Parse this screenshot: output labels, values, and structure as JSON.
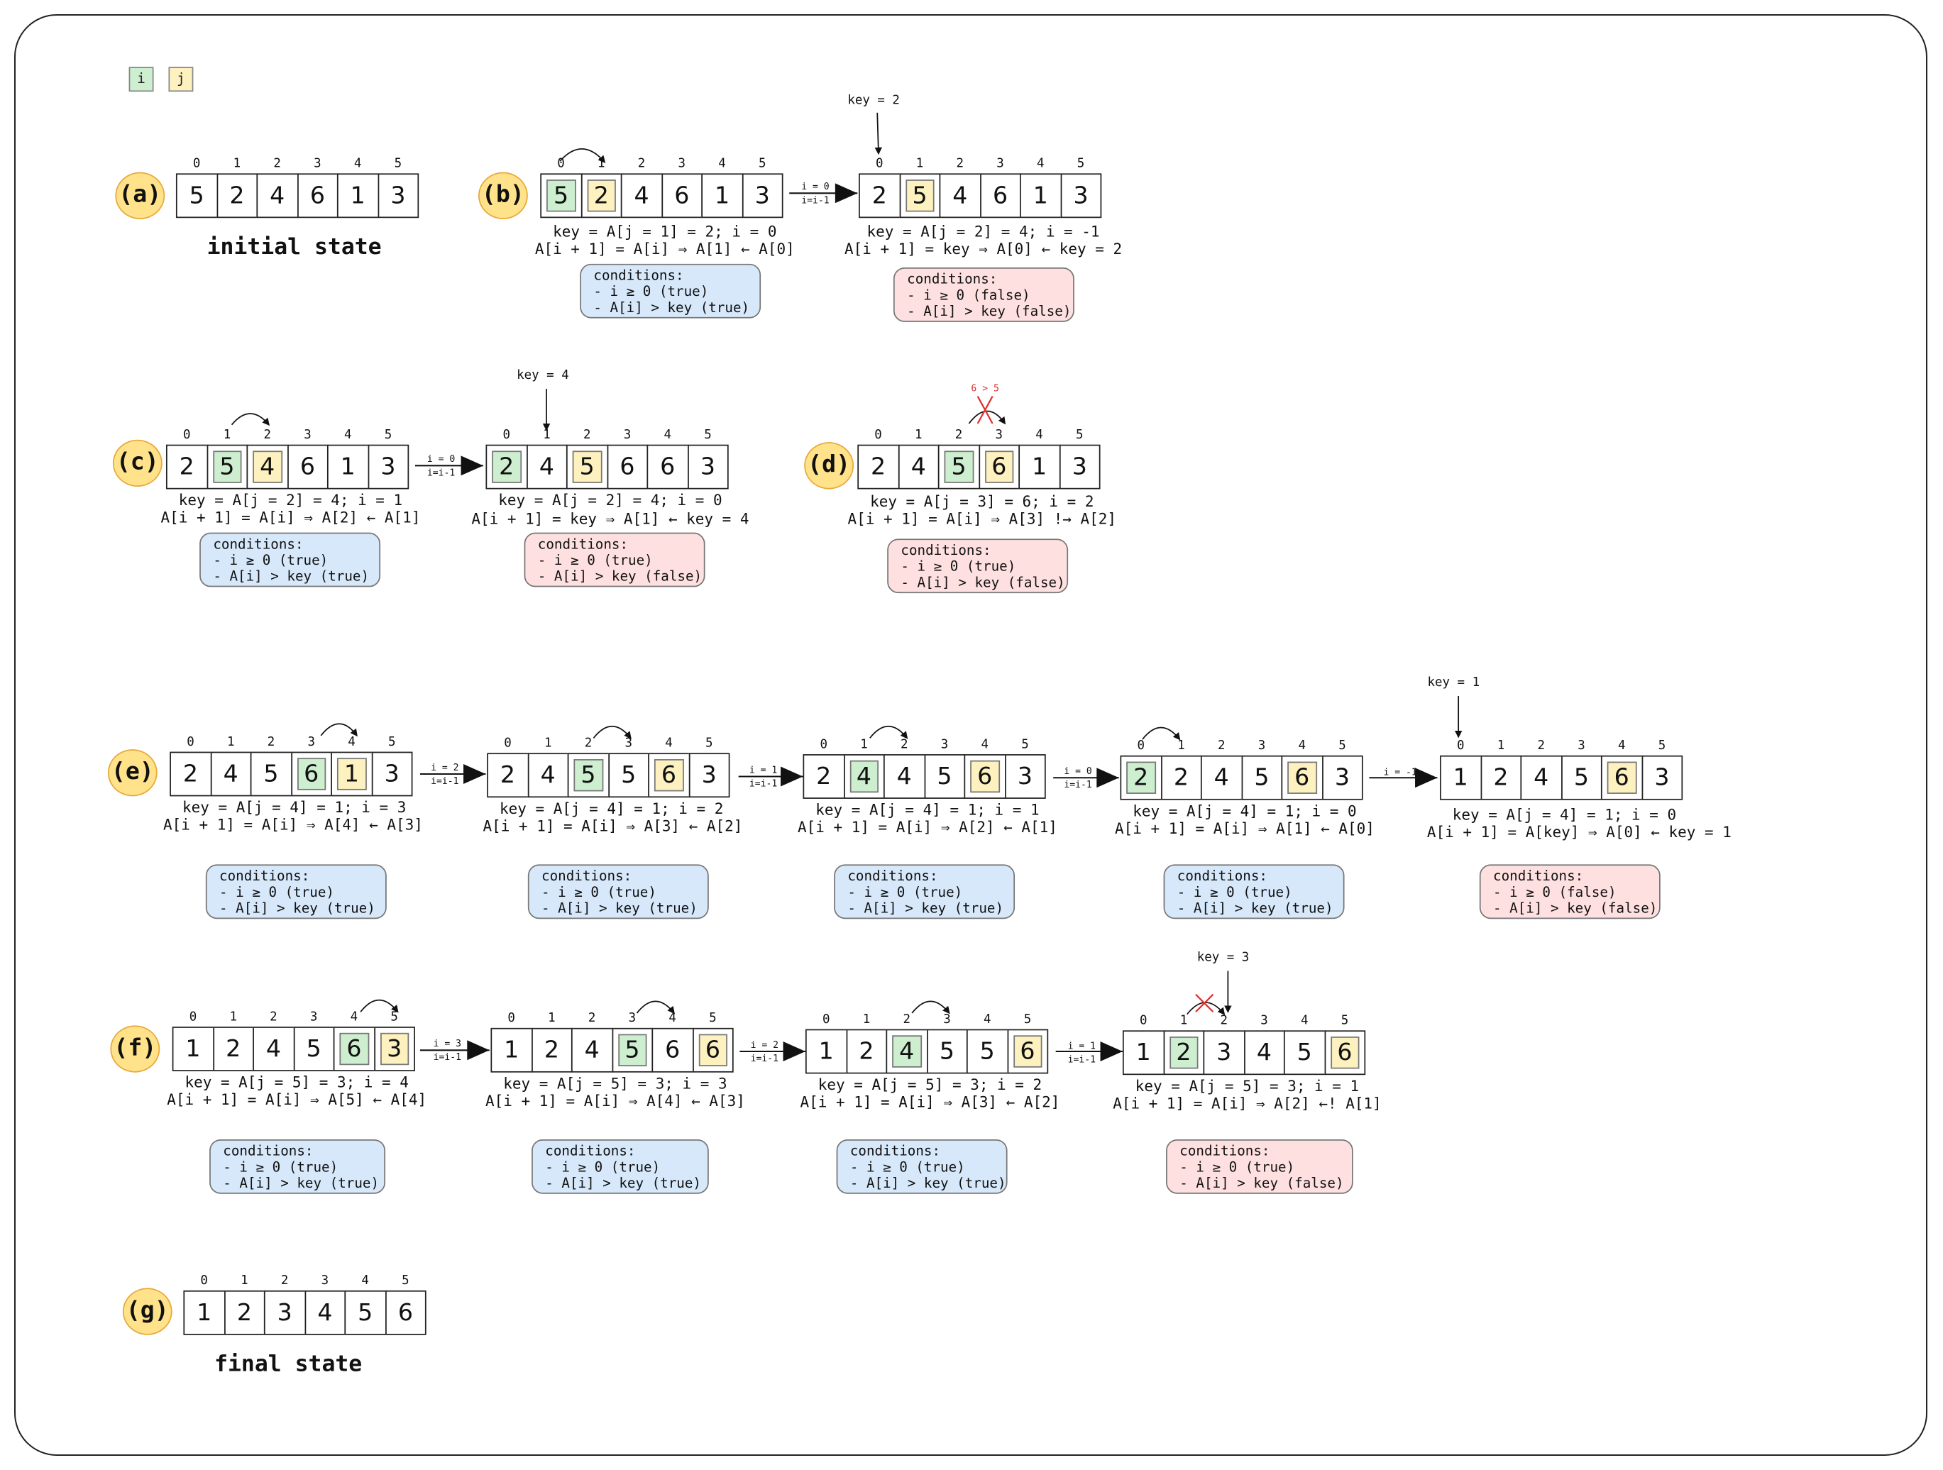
{
  "legend": {
    "i": "i",
    "j": "j"
  },
  "colors": {
    "i_fill": "#cdeecf",
    "j_fill": "#fdf1c0",
    "badge": "#ffe28a",
    "true_box": "#d6e8fa",
    "false_box": "#fde0df",
    "cross": "#e03030"
  },
  "steps": {
    "a": {
      "badge": "(a)",
      "caption": "initial state",
      "indices": [
        "0",
        "1",
        "2",
        "3",
        "4",
        "5"
      ],
      "values": [
        "5",
        "2",
        "4",
        "6",
        "1",
        "3"
      ]
    },
    "b1": {
      "badge": "(b)",
      "values": [
        "5",
        "2",
        "4",
        "6",
        "1",
        "3"
      ],
      "indices": [
        "0",
        "1",
        "2",
        "3",
        "4",
        "5"
      ],
      "line1": "key = A[j = 1] = 2; i = 0",
      "line2": "A[i + 1] = A[i] ⇒ A[1] ← A[0]",
      "cond_title": "conditions:",
      "cond1": "- i ≥ 0 (true)",
      "cond2": "- A[i] > key (true)",
      "loop_top": "i = 0",
      "loop_bottom": "i=i-1"
    },
    "b2": {
      "key_label": "key = 2",
      "values": [
        "2",
        "5",
        "4",
        "6",
        "1",
        "3"
      ],
      "indices": [
        "0",
        "1",
        "2",
        "3",
        "4",
        "5"
      ],
      "line1": "key = A[j = 2] = 4; i = -1",
      "line2": "A[i + 1] = key ⇒ A[0] ← key = 2",
      "cond_title": "conditions:",
      "cond1": "- i ≥ 0 (false)",
      "cond2": "- A[i] > key (false)"
    },
    "c1": {
      "badge": "(c)",
      "values": [
        "2",
        "5",
        "4",
        "6",
        "1",
        "3"
      ],
      "indices": [
        "0",
        "1",
        "2",
        "3",
        "4",
        "5"
      ],
      "line1": "key = A[j = 2] = 4; i = 1",
      "line2": "A[i + 1] = A[i] ⇒ A[2] ← A[1]",
      "cond_title": "conditions:",
      "cond1": "- i ≥ 0 (true)",
      "cond2": "- A[i] > key (true)",
      "loop_top": "i = 0",
      "loop_bottom": "i=i-1"
    },
    "c2": {
      "key_label": "key = 4",
      "values": [
        "2",
        "4",
        "5",
        "6",
        "6",
        "3"
      ],
      "indices": [
        "0",
        "1",
        "2",
        "3",
        "4",
        "5"
      ],
      "line1": "key = A[j = 2] = 4; i = 0",
      "line2": "A[i + 1] = key ⇒ A[1] ← key = 4",
      "cond_title": "conditions:",
      "cond1": "- i ≥ 0 (true)",
      "cond2": "- A[i] > key (false)"
    },
    "d": {
      "badge": "(d)",
      "compare": "6 > 5",
      "values": [
        "2",
        "4",
        "5",
        "6",
        "1",
        "3"
      ],
      "indices": [
        "0",
        "1",
        "2",
        "3",
        "4",
        "5"
      ],
      "line1": "key = A[j = 3] = 6; i = 2",
      "line2": "A[i + 1] = A[i] ⇒ A[3] !→ A[2]",
      "cond_title": "conditions:",
      "cond1": "- i ≥ 0 (true)",
      "cond2": "- A[i] > key (false)"
    },
    "e1": {
      "badge": "(e)",
      "values": [
        "2",
        "4",
        "5",
        "6",
        "1",
        "3"
      ],
      "indices": [
        "0",
        "1",
        "2",
        "3",
        "4",
        "5"
      ],
      "line1": "key = A[j = 4] = 1; i = 3",
      "line2": "A[i + 1] = A[i] ⇒ A[4] ← A[3]",
      "cond_title": "conditions:",
      "cond1": "- i ≥ 0 (true)",
      "cond2": "- A[i] > key (true)",
      "loop_top": "i = 2",
      "loop_bottom": "i=i-1"
    },
    "e2": {
      "values": [
        "2",
        "4",
        "5",
        "5",
        "6",
        "3"
      ],
      "indices": [
        "0",
        "1",
        "2",
        "3",
        "4",
        "5"
      ],
      "line1": "key = A[j = 4] = 1; i = 2",
      "line2": "A[i + 1] = A[i] ⇒ A[3] ← A[2]",
      "cond_title": "conditions:",
      "cond1": "- i ≥ 0 (true)",
      "cond2": "- A[i] > key (true)",
      "loop_top": "i = 1",
      "loop_bottom": "i=i-1"
    },
    "e3": {
      "values": [
        "2",
        "4",
        "4",
        "5",
        "6",
        "3"
      ],
      "indices": [
        "0",
        "1",
        "2",
        "3",
        "4",
        "5"
      ],
      "line1": "key = A[j = 4] = 1; i = 1",
      "line2": "A[i + 1] = A[i] ⇒ A[2] ← A[1]",
      "cond_title": "conditions:",
      "cond1": "- i ≥ 0 (true)",
      "cond2": "- A[i] > key (true)",
      "loop_top": "i = 0",
      "loop_bottom": "i=i-1"
    },
    "e4": {
      "values": [
        "2",
        "2",
        "4",
        "5",
        "6",
        "3"
      ],
      "indices": [
        "0",
        "1",
        "2",
        "3",
        "4",
        "5"
      ],
      "line1": "key = A[j = 4] = 1; i = 0",
      "line2": "A[i + 1] = A[i] ⇒ A[1] ← A[0]",
      "cond_title": "conditions:",
      "cond1": "- i ≥ 0 (true)",
      "cond2": "- A[i] > key (true)",
      "loop_top": "i = -1"
    },
    "e5": {
      "key_label": "key = 1",
      "values": [
        "1",
        "2",
        "4",
        "5",
        "6",
        "3"
      ],
      "indices": [
        "0",
        "1",
        "2",
        "3",
        "4",
        "5"
      ],
      "line1": "key = A[j = 4] = 1; i = 0",
      "line2": "A[i + 1] = A[key] ⇒ A[0] ← key = 1",
      "cond_title": "conditions:",
      "cond1": "- i ≥ 0 (false)",
      "cond2": "- A[i] > key (false)"
    },
    "f1": {
      "badge": "(f)",
      "values": [
        "1",
        "2",
        "4",
        "5",
        "6",
        "3"
      ],
      "indices": [
        "0",
        "1",
        "2",
        "3",
        "4",
        "5"
      ],
      "line1": "key = A[j = 5] = 3; i = 4",
      "line2": "A[i + 1] = A[i] ⇒ A[5] ← A[4]",
      "cond_title": "conditions:",
      "cond1": "- i ≥ 0 (true)",
      "cond2": "- A[i] > key (true)",
      "loop_top": "i = 3",
      "loop_bottom": "i=i-1"
    },
    "f2": {
      "values": [
        "1",
        "2",
        "4",
        "5",
        "6",
        "6"
      ],
      "indices": [
        "0",
        "1",
        "2",
        "3",
        "4",
        "5"
      ],
      "line1": "key = A[j = 5] = 3; i = 3",
      "line2": "A[i + 1] = A[i] ⇒ A[4] ← A[3]",
      "cond_title": "conditions:",
      "cond1": "- i ≥ 0 (true)",
      "cond2": "- A[i] > key (true)",
      "loop_top": "i = 2",
      "loop_bottom": "i=i-1"
    },
    "f3": {
      "values": [
        "1",
        "2",
        "4",
        "5",
        "5",
        "6"
      ],
      "indices": [
        "0",
        "1",
        "2",
        "3",
        "4",
        "5"
      ],
      "line1": "key = A[j = 5] = 3; i = 2",
      "line2": "A[i + 1] = A[i] ⇒ A[3] ← A[2]",
      "cond_title": "conditions:",
      "cond1": "- i ≥ 0 (true)",
      "cond2": "- A[i] > key (true)",
      "loop_top": "i = 1",
      "loop_bottom": "i=i-1"
    },
    "f4": {
      "key_label": "key = 3",
      "values": [
        "1",
        "2",
        "3",
        "4",
        "5",
        "6"
      ],
      "indices": [
        "0",
        "1",
        "2",
        "3",
        "4",
        "5"
      ],
      "line1": "key = A[j = 5] = 3; i = 1",
      "line2": "A[i + 1] = A[i] ⇒ A[2] ←! A[1]",
      "cond_title": "conditions:",
      "cond1": "- i ≥ 0 (true)",
      "cond2": "- A[i] > key (false)"
    },
    "g": {
      "badge": "(g)",
      "caption": "final state",
      "indices": [
        "0",
        "1",
        "2",
        "3",
        "4",
        "5"
      ],
      "values": [
        "1",
        "2",
        "3",
        "4",
        "5",
        "6"
      ]
    }
  }
}
